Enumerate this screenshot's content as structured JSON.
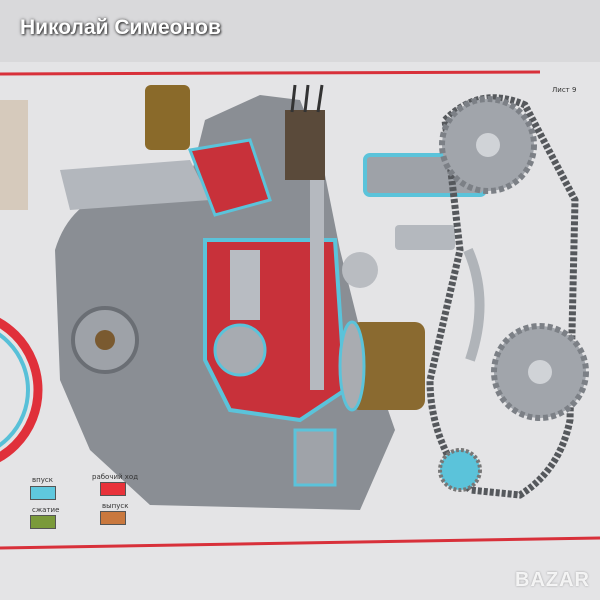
{
  "header": {
    "title": "Николай Симеонов"
  },
  "poster": {
    "sheet_label": "Лист 9"
  },
  "legend": [
    {
      "label": "впуск",
      "color": "#5fc8de"
    },
    {
      "label": "рабочий ход",
      "color": "#e8323a"
    },
    {
      "label": "сжатие",
      "color": "#7a9a3a"
    },
    {
      "label": "выпуск",
      "color": "#c9783e"
    }
  ],
  "watermark": {
    "text": "BAZAR"
  }
}
